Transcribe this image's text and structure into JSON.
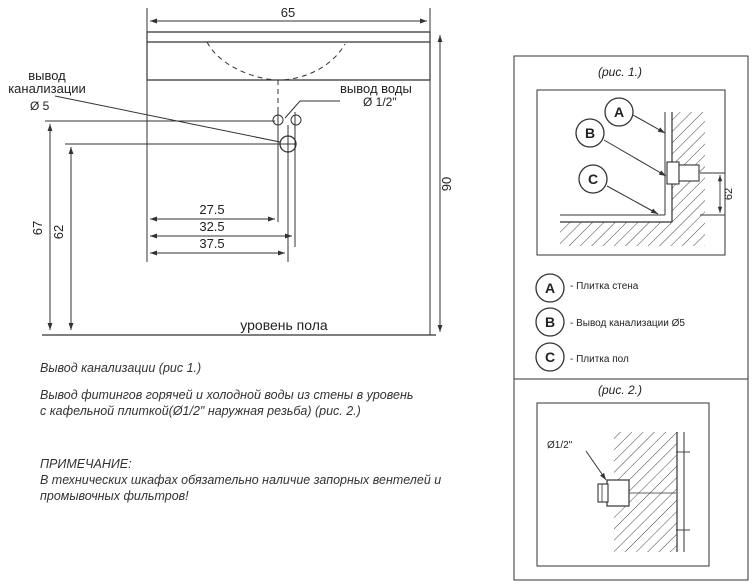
{
  "drawing": {
    "width_dim": "65",
    "height_dim": "90",
    "dim_67": "67",
    "dim_62": "62",
    "dim_27_5": "27.5",
    "dim_32_5": "32.5",
    "dim_37_5": "37.5",
    "drain_label_line1": "вывод",
    "drain_label_line2": "канализации",
    "drain_diameter": "Ø 5",
    "water_label": "вывод воды",
    "water_diameter": "Ø 1/2\"",
    "floor_label": "уровень пола"
  },
  "fig1": {
    "caption": "(рис. 1.)",
    "dim_62": "62",
    "legend": [
      {
        "letter": "A",
        "text": "- Плитка стена"
      },
      {
        "letter": "B",
        "text": "- Вывод канализации   Ø5"
      },
      {
        "letter": "C",
        "text": "- Плитка пол"
      }
    ]
  },
  "fig2": {
    "caption": "(рис. 2.)",
    "diameter": "Ø1/2\""
  },
  "notes": {
    "line1": "Вывод канализации (рис 1.)",
    "line2": "Вывод фитингов горячей и холодной воды из стены в уровень",
    "line3": "с кафельной плиткой(Ø1/2\" наружная резьба) (рис. 2.)",
    "note_title": "ПРИМЕЧАНИЕ:",
    "note_line1": "В технических шкафах обязательно наличие запорных вентелей и",
    "note_line2": "промывочных фильтров!"
  }
}
